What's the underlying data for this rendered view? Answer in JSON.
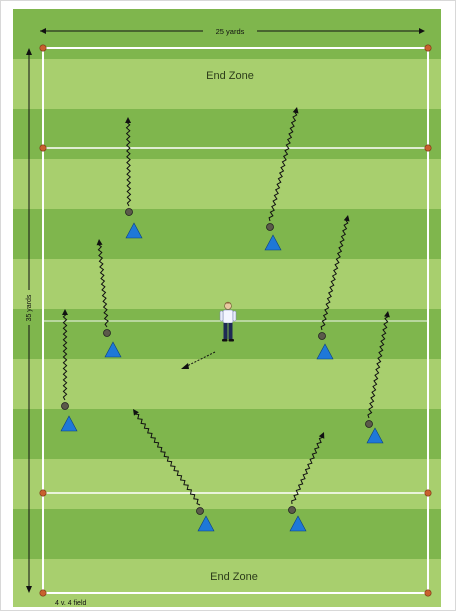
{
  "diagram": {
    "dimension_top": "25 yards",
    "dimension_side": "35 yards",
    "end_zone_top": "End Zone",
    "end_zone_bottom": "End Zone",
    "caption": "4 v. 4 field",
    "colors": {
      "grass_light": "#a8cf6e",
      "grass_dark": "#7fb64d",
      "line": "#ffffff",
      "cone_marker": "#c8612e",
      "cone_blue": "#1e78d8",
      "ball": "#5b5a4a",
      "dimension_arrow": "#111111"
    },
    "icons": [
      "blue-cone-icon",
      "ball-icon",
      "coach-figure-icon",
      "corner-marker-icon",
      "squiggly-run-arrow-icon",
      "pass-arrow-icon"
    ]
  }
}
